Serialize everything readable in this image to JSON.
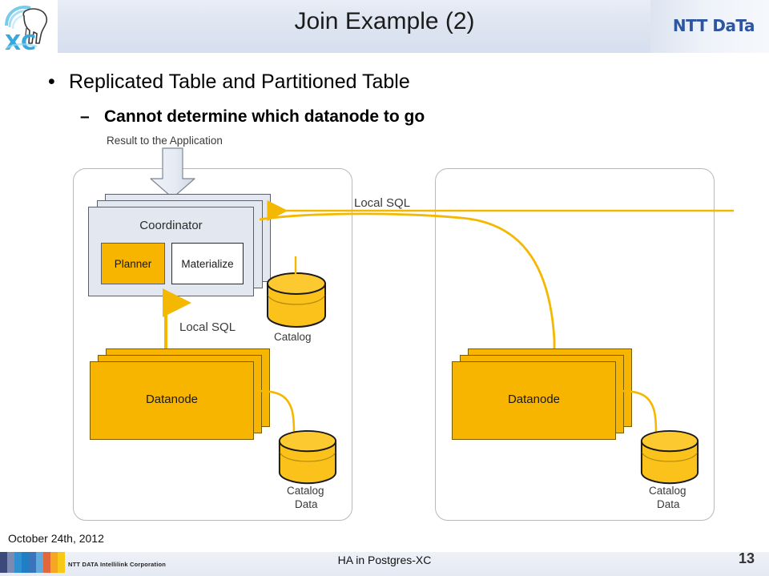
{
  "header": {
    "title": "Join Example (2)",
    "brand": "NTT DaTa",
    "logo_alt": "Postgres-XC elephant logo",
    "bar_color": "#dde4f0"
  },
  "body": {
    "bullet_main": "Replicated Table and Partitioned Table",
    "bullet_sub": "Cannot determine which datanode to go",
    "bullet_marker": "•",
    "subbullet_marker": "–"
  },
  "diagram": {
    "result_label": "Result to the Application",
    "coordinator_label": "Coordinator",
    "planner_label": "Planner",
    "materialize_label": "Materialize",
    "local_sql_inner": "Local SQL",
    "local_sql_remote": "Local SQL",
    "catalog_label": "Catalog",
    "datanode_label": "Datanode",
    "catalog_data_line1": "Catalog",
    "catalog_data_line2": "Data",
    "right_datanode_label": "Datanode",
    "right_catalog_data_line1": "Catalog",
    "right_catalog_data_line2": "Data",
    "colors": {
      "accent_yellow": "#f7b500",
      "cylinder_fill": "#fbc21b",
      "coordinator_fill": "#e3e8f0",
      "arrow": "#f5b800",
      "panel_border": "#b9b9b9"
    }
  },
  "footer": {
    "date": "October 24th, 2012",
    "corporation": "NTT DATA Intellilink Corporation",
    "center_title": "HA in Postgres-XC",
    "page_number": "13",
    "swatches": [
      "#3b4a7a",
      "#7b8ab0",
      "#2f8fd0",
      "#1f7fc4",
      "#3a74bd",
      "#5fa9dd",
      "#e2683c",
      "#f5a623",
      "#f7c915"
    ]
  }
}
